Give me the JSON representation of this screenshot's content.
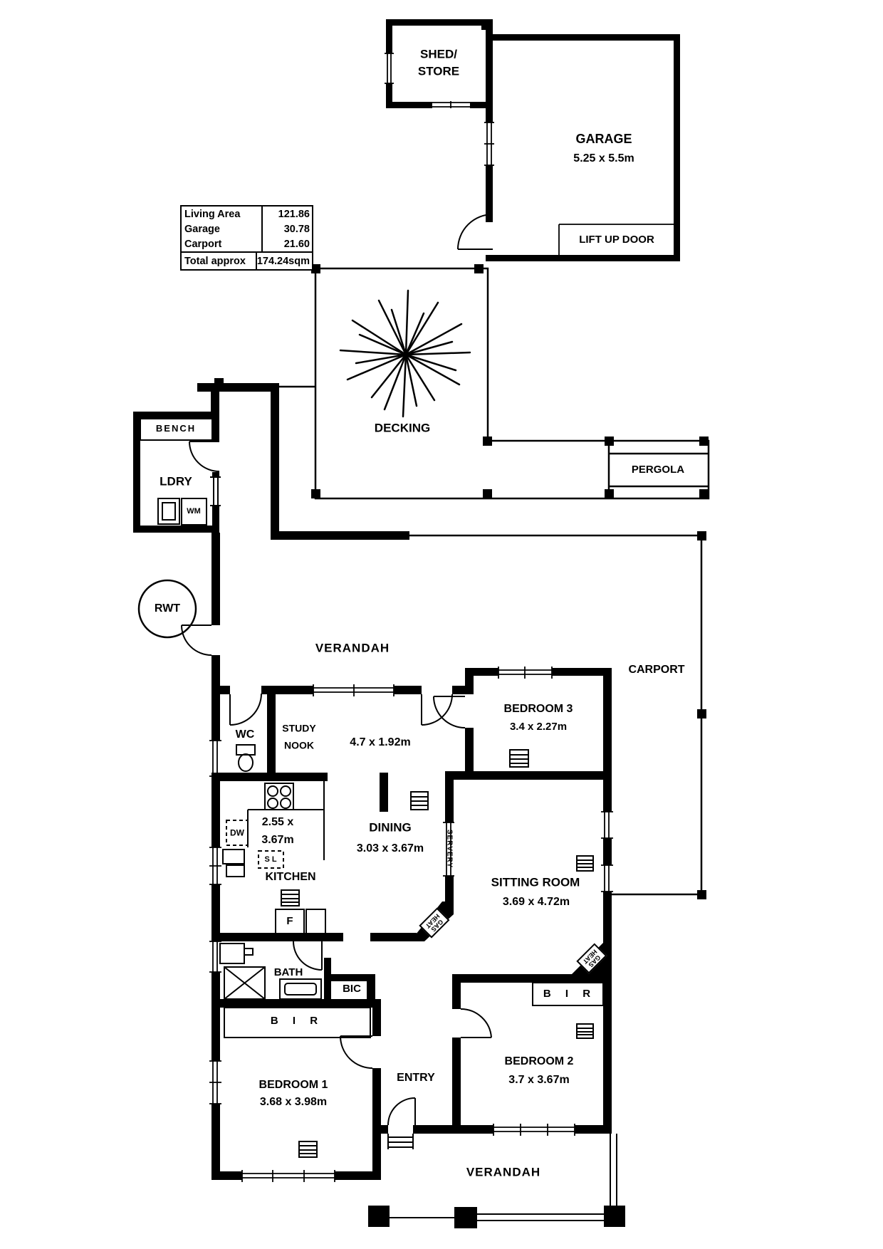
{
  "colors": {
    "ink": "#000000",
    "paper": "#ffffff"
  },
  "area_table": {
    "rows": [
      {
        "label": "Living Area",
        "value": "121.86"
      },
      {
        "label": "Garage",
        "value": "30.78"
      },
      {
        "label": "Carport",
        "value": "21.60"
      }
    ],
    "total": {
      "label": "Total approx",
      "value": "174.24sqm"
    }
  },
  "rooms": {
    "shed": {
      "line1": "SHED/",
      "line2": "STORE"
    },
    "garage": {
      "name": "GARAGE",
      "dims": "5.25 x 5.5m",
      "door": "LIFT UP DOOR"
    },
    "decking": {
      "name": "DECKING"
    },
    "pergola": {
      "name": "PERGOLA"
    },
    "laundry": {
      "name": "LDRY",
      "bench": "BENCH",
      "washer": "WM"
    },
    "rainwater_tank": {
      "name": "RWT"
    },
    "verandah_top": {
      "name": "VERANDAH"
    },
    "wc": {
      "name": "WC"
    },
    "study_nook": {
      "line1": "STUDY",
      "line2": "NOOK",
      "dims": "4.7 x 1.92m"
    },
    "bedroom3": {
      "name": "BEDROOM 3",
      "dims": "3.4 x 2.27m"
    },
    "carport": {
      "name": "CARPORT"
    },
    "kitchen": {
      "name": "KITCHEN",
      "dims_line1": "2.55 x",
      "dims_line2": "3.67m",
      "dishwasher": "DW",
      "sink_label": "S L",
      "fridge": "F"
    },
    "dining": {
      "name": "DINING",
      "dims": "3.03 x 3.67m"
    },
    "servery": {
      "name": "SERVERY"
    },
    "sitting_room": {
      "name": "SITTING ROOM",
      "dims": "3.69 x 4.72m"
    },
    "gas_heater": {
      "line1": "GAS",
      "line2": "HEAT"
    },
    "bath": {
      "name": "BATH"
    },
    "bic": {
      "name": "BIC"
    },
    "bir_bedroom1": {
      "name": "B I R"
    },
    "bir_bedroom2": {
      "name": "B I R"
    },
    "bedroom1": {
      "name": "BEDROOM 1",
      "dims": "3.68 x 3.98m"
    },
    "entry": {
      "name": "ENTRY"
    },
    "bedroom2": {
      "name": "BEDROOM 2",
      "dims": "3.7 x 3.67m"
    },
    "verandah_bottom": {
      "name": "VERANDAH"
    }
  }
}
